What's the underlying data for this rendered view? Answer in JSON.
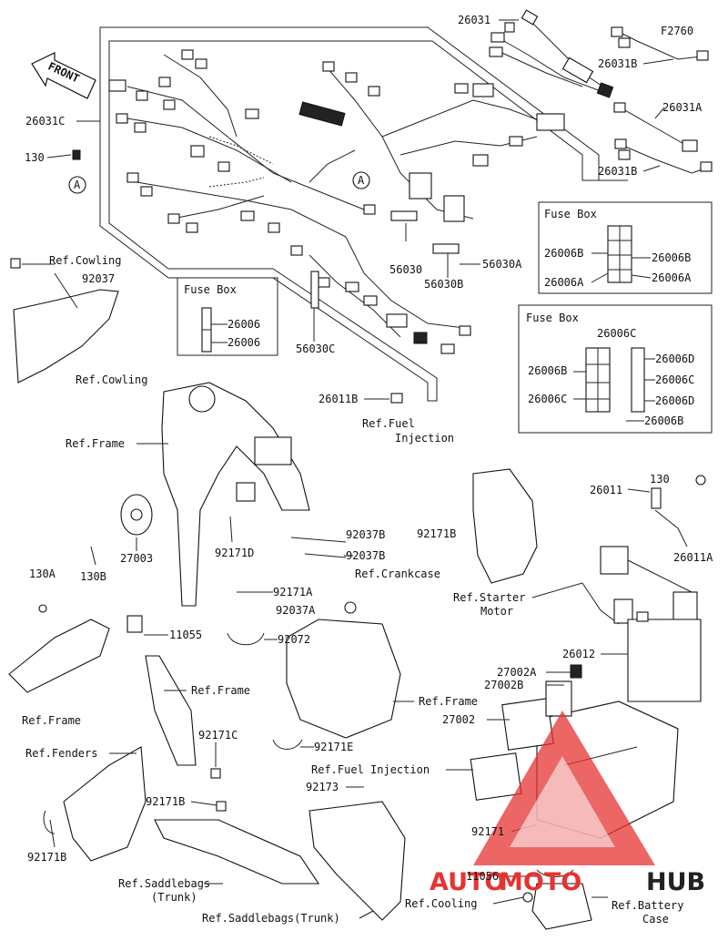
{
  "figure_code": "F2760",
  "front_label": "FRONT",
  "fuse_box_label": "Fuse Box",
  "callout_letter": "A",
  "watermark": {
    "part1": "AUTO",
    "part2": "MOTO",
    "part3": "HUB"
  },
  "labels": {
    "p26031": "26031",
    "p26031B_top": "26031B",
    "p26031A": "26031A",
    "p26031B_bot": "26031B",
    "p26031C": "26031C",
    "p130_top": "130",
    "p56030": "56030",
    "p56030A": "56030A",
    "p56030B": "56030B",
    "p56030C": "56030C",
    "p26006B_l": "26006B",
    "p26006B_r": "26006B",
    "p26006A_l": "26006A",
    "p26006A_r": "26006A",
    "p26006_1": "26006",
    "p26006_2": "26006",
    "p26006C_top": "26006C",
    "p26006B_b1": "26006B",
    "p26006C_l": "26006C",
    "p26006D_1": "26006D",
    "p26006C_r": "26006C",
    "p26006D_2": "26006D",
    "p26006B_b2": "26006B",
    "p26011B": "26011B",
    "ref_cowling_1": "Ref.Cowling",
    "p92037": "92037",
    "ref_cowling_2": "Ref.Cowling",
    "ref_frame_1": "Ref.Frame",
    "ref_fuel_inj_1a": "Ref.Fuel",
    "ref_fuel_inj_1b": "Injection",
    "p26011": "26011",
    "p130_right": "130",
    "p27003": "27003",
    "p130B": "130B",
    "p92171D": "92171D",
    "p92171B_mid": "92171B",
    "p92037B_1": "92037B",
    "p92037B_2": "92037B",
    "ref_crankcase": "Ref.Crankcase",
    "p26011A": "26011A",
    "p130A": "130A",
    "p92171A": "92171A",
    "ref_starter_a": "Ref.Starter",
    "ref_starter_b": "Motor",
    "p92037A": "92037A",
    "p11055": "11055",
    "p92072": "92072",
    "p26012": "26012",
    "ref_frame_2": "Ref.Frame",
    "ref_frame_3": "Ref.Frame",
    "ref_frame_4": "Ref.Frame",
    "p27002A": "27002A",
    "p27002B": "27002B",
    "p27002": "27002",
    "p92171C": "92171C",
    "p92171E": "92171E",
    "ref_fenders": "Ref.Fenders",
    "ref_fuel_inj_2": "Ref.Fuel Injection",
    "p92173": "92173",
    "p92171B_low": "92171B",
    "p92171B_left": "92171B",
    "p92171": "92171",
    "ref_saddle_1a": "Ref.Saddlebags",
    "ref_saddle_1b": "(Trunk)",
    "ref_saddle_2": "Ref.Saddlebags(Trunk)",
    "p11056": "11056",
    "ref_cooling": "Ref.Cooling",
    "ref_battery_a": "Ref.Battery",
    "ref_battery_b": "Case"
  }
}
